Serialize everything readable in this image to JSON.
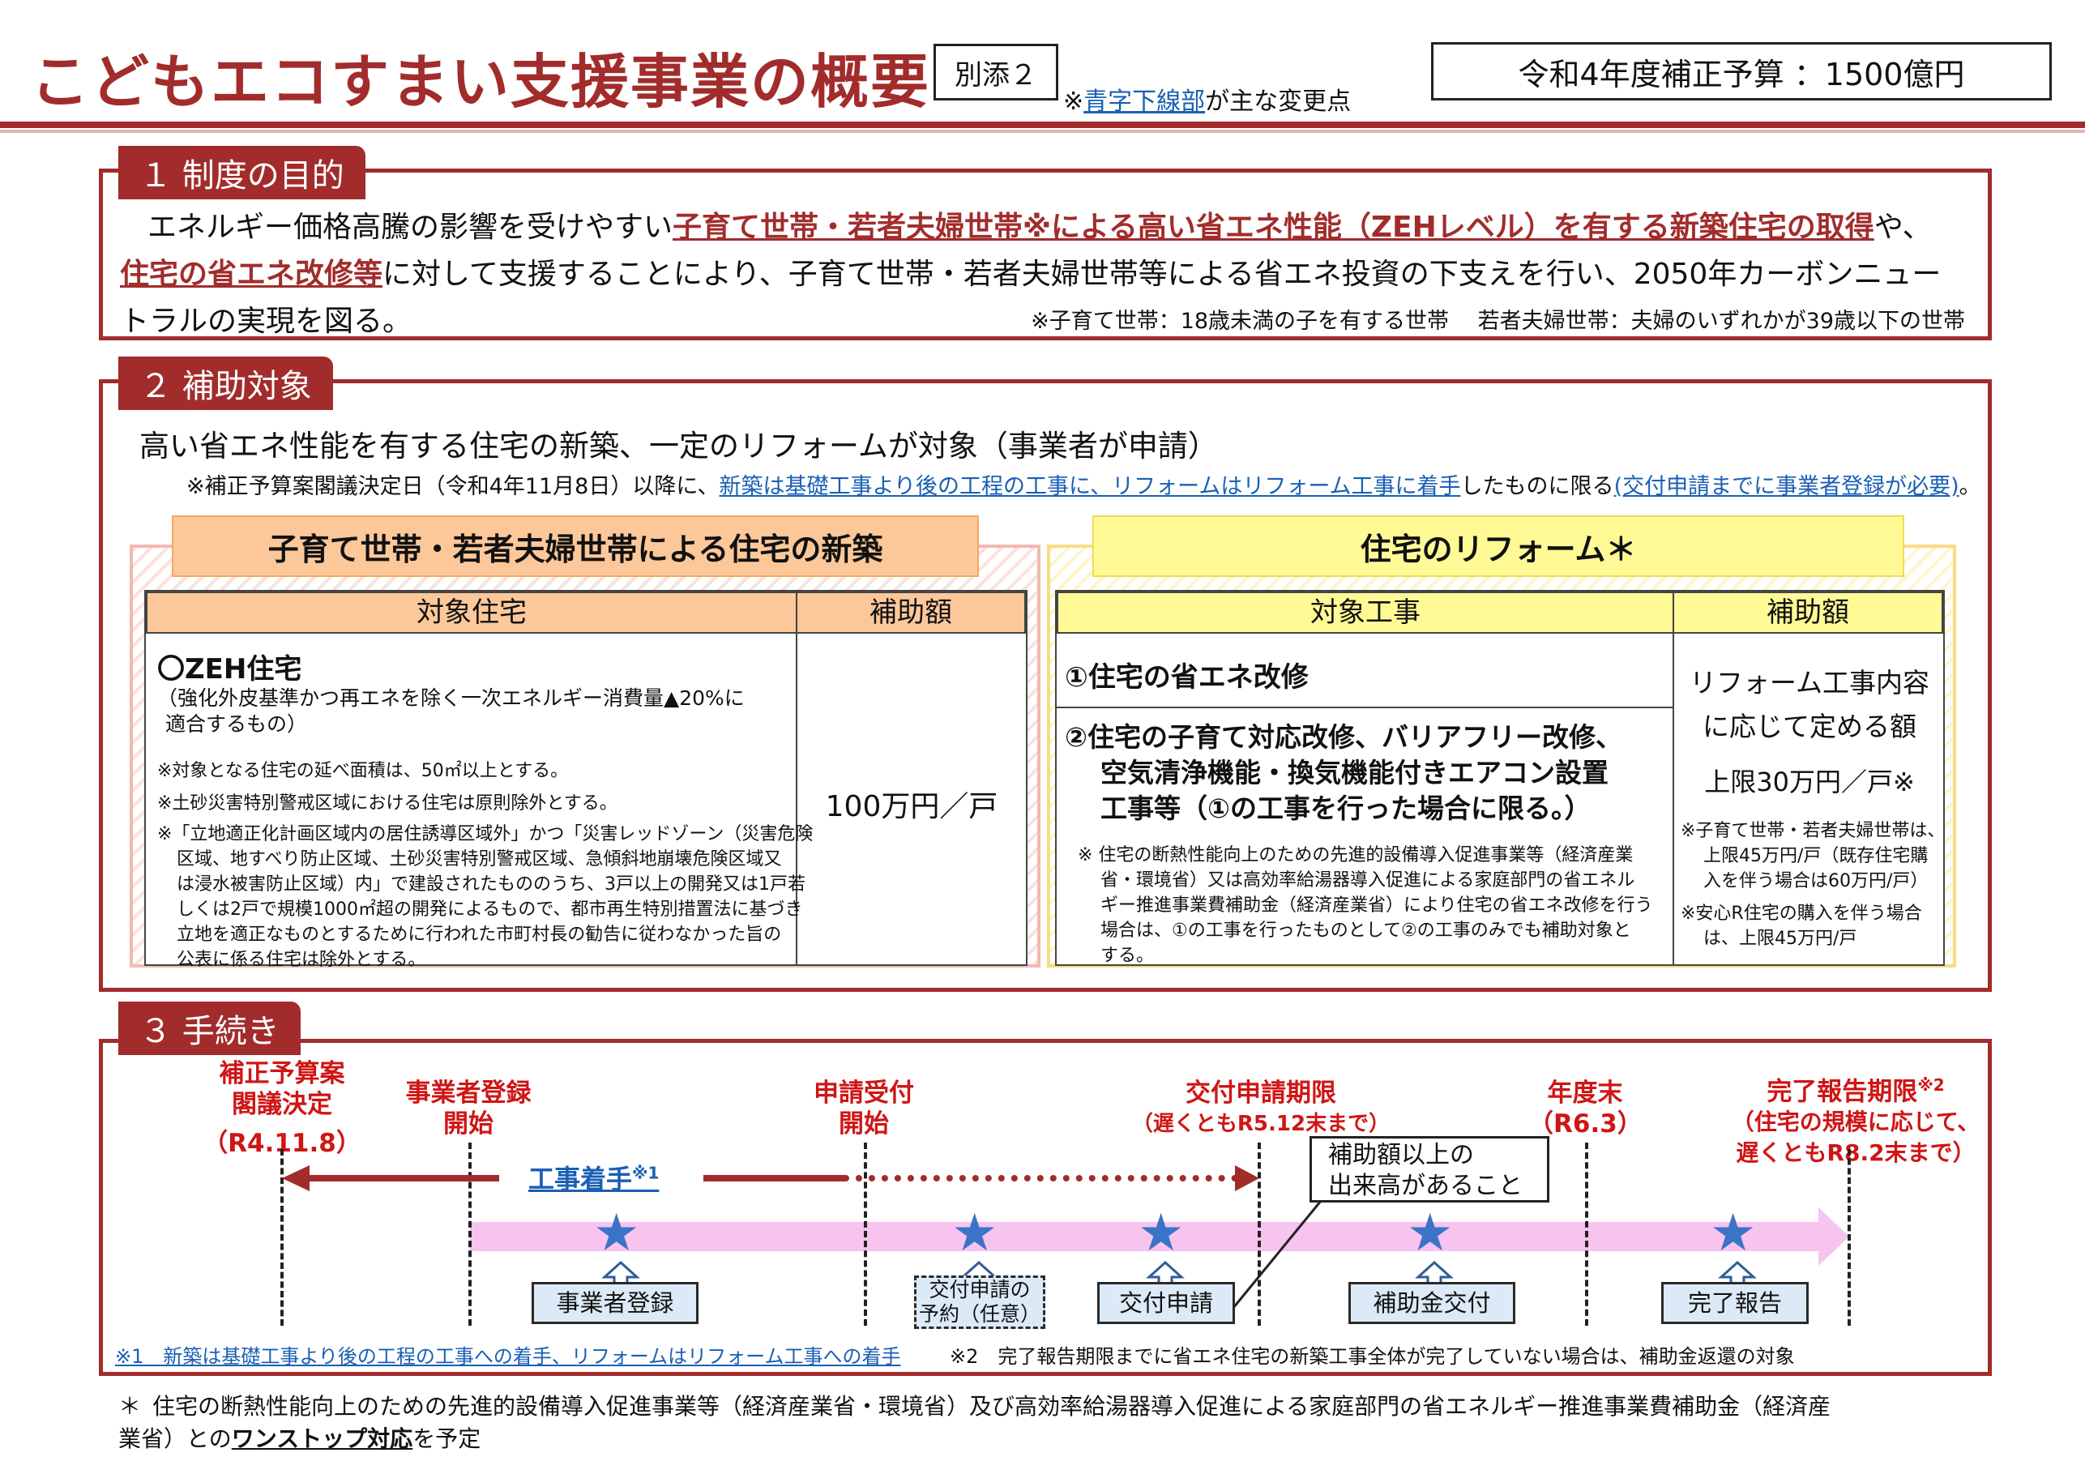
{
  "header": {
    "title": "こどもエコすまい支援事業の概要",
    "attachment": "別添２",
    "change_note_prefix": "※",
    "change_note_link": "青字下線部",
    "change_note_suffix": "が主な変更点",
    "budget": "令和4年度補正予算 ：1500億円"
  },
  "section1": {
    "heading": "１ 制度の目的",
    "text_a": "エネルギー価格高騰の影響を受けやすい",
    "text_b": "子育て世帯・若者夫婦世帯※による高い省エネ性能（ZEHレベル）を有する新築住宅の取得",
    "text_c": "や、",
    "text_d": "住宅の省エネ改修等",
    "text_e": "に対して支援することにより、子育て世帯・若者夫婦世帯等による省エネ投資の下支えを行い、2050年カーボンニュー",
    "text_f": "トラルの実現を図る。",
    "footnote": "※子育て世帯：18歳未満の子を有する世帯　 若者夫婦世帯：夫婦のいずれかが39歳以下の世帯"
  },
  "section2": {
    "heading": "２ 補助対象",
    "lead": "高い省エネ性能を有する住宅の新築、一定のリフォームが対象（事業者が申請）",
    "note_a": "※補正予算案閣議決定日（令和4年11月8日）以降に、",
    "note_b": "新築は基礎工事より後の工程の工事に、リフォームはリフォーム工事に着手",
    "note_c": "したものに限る",
    "note_d": "(交付申請までに事業者登録が必要)",
    "note_e": "。",
    "left": {
      "title": "子育て世帯・若者夫婦世帯による住宅の新築",
      "col1": "対象住宅",
      "col2": "補助額",
      "item_title": "〇ZEH住宅",
      "item_sub1": "（強化外皮基準かつ再エネを除く一次エネルギー消費量▲20%に",
      "item_sub2": "適合するもの）",
      "note1": "※対象となる住宅の延べ面積は、50㎡以上とする。",
      "note2": "※土砂災害特別警戒区域における住宅は原則除外とする。",
      "note3a": "※「立地適正化計画区域内の居住誘導区域外」かつ「災害レッドゾーン（災害危険",
      "note3b": "区域、地すべり防止区域、土砂災害特別警戒区域、急傾斜地崩壊危険区域又",
      "note3c": "は浸水被害防止区域）内」で建設されたもののうち、3戸以上の開発又は1戸若",
      "note3d": "しくは2戸で規模1000㎡超の開発によるもので、都市再生特別措置法に基づき",
      "note3e": "立地を適正なものとするために行われた市町村長の勧告に従わなかった旨の",
      "note3f": "公表に係る住宅は除外とする。",
      "amount": "100万円／戸"
    },
    "right": {
      "title": "住宅のリフォーム＊",
      "col1": "対象工事",
      "col2": "補助額",
      "item1": "①住宅の省エネ改修",
      "item2a": "②住宅の子育て対応改修、バリアフリー改修、",
      "item2b": "空気清浄機能・換気機能付きエアコン設置",
      "item2c": "工事等（①の工事を行った場合に限る。）",
      "note_a": "※ 住宅の断熱性能向上のための先進的設備導入促進事業等（経済産業",
      "note_b": "省・環境省）又は高効率給湯器導入促進による家庭部門の省エネル",
      "note_c": "ギー推進事業費補助金（経済産業省）により住宅の省エネ改修を行う",
      "note_d": "場合は、①の工事を行ったものとして②の工事のみでも補助対象と",
      "note_e": "する。",
      "amount1": "リフォーム工事内容",
      "amount2": "に応じて定める額",
      "amount3": "上限30万円／戸※",
      "sub1a": "※子育て世帯・若者夫婦世帯は、",
      "sub1b": "上限45万円/戸（既存住宅購",
      "sub1c": "入を伴う場合は60万円/戸）",
      "sub2a": "※安心R住宅の購入を伴う場合",
      "sub2b": "は、上限45万円/戸"
    }
  },
  "section3": {
    "heading": "３ 手続き",
    "m1a": "補正予算案",
    "m1b": "閣議決定",
    "m1c": "（R4.11.8）",
    "m2a": "事業者登録",
    "m2b": "開始",
    "m3a": "申請受付",
    "m3b": "開始",
    "m4a": "交付申請期限",
    "m4b": "（遅くともR5.12末まで）",
    "m5a": "年度末",
    "m5b": "（R6.3）",
    "m6a": "完了報告期限",
    "m6sup": "※2",
    "m6b": "（住宅の規模に応じて、",
    "m6c": "遅くともR8.2末まで）",
    "construction": "工事着手",
    "construction_sup": "※1",
    "callout1": "補助額以上の",
    "callout2": "出来高があること",
    "box1": "事業者登録",
    "box2a": "交付申請の",
    "box2b": "予約（任意）",
    "box3": "交付申請",
    "box4": "補助金交付",
    "box5": "完了報告",
    "foot1": "※1　新築は基礎工事より後の工程の工事への着手、リフォームはリフォーム工事への着手",
    "foot2": "※2　完了報告期限までに省エネ住宅の新築工事全体が完了していない場合は、補助金返還の対象"
  },
  "footer": {
    "mark": "＊",
    "text_a": "住宅の断熱性能向上のための先進的設備導入促進事業等（経済産業省・環境省）及び高効率給湯器導入促進による家庭部門の省エネルギー推進事業費補助金（経済産",
    "text_b": "業省）との",
    "text_c": "ワンストップ対応",
    "text_d": "を予定"
  },
  "colors": {
    "accent": "#a22c2c",
    "blue": "#1a5fb4",
    "timeline_red": "#d01515",
    "star": "#3b74c7"
  }
}
